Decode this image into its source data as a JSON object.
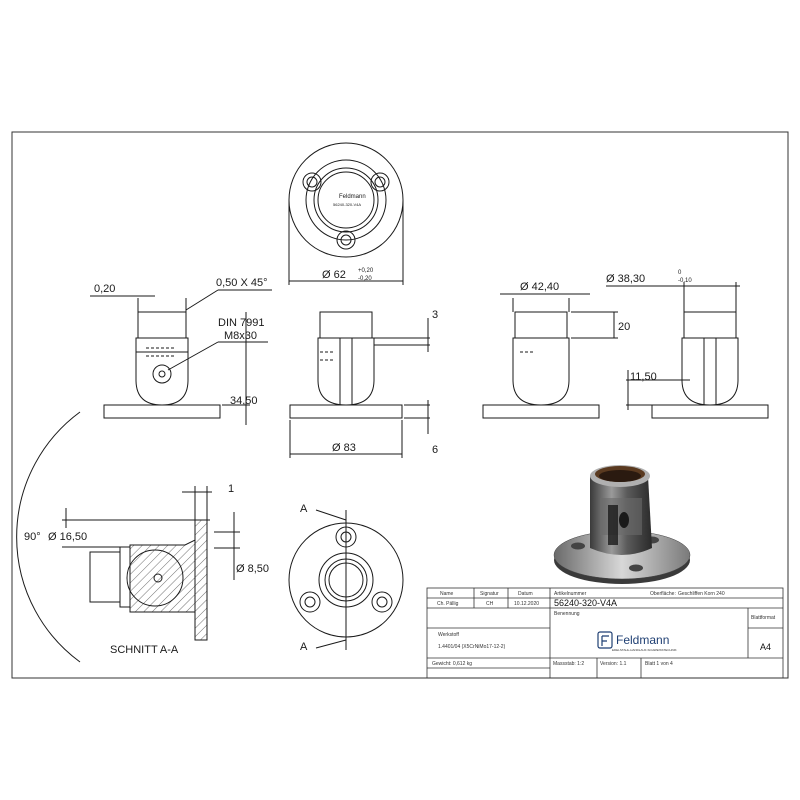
{
  "drawing": {
    "top_view": {
      "diameter": "Ø 62",
      "tol_upper": "+0,20",
      "tol_lower": "-0,20",
      "marking_1": "Feldmann",
      "marking_2": "56240-320-V4A"
    },
    "front_view": {
      "dim_wall": "0,20",
      "dim_chamfer": "0,50 X 45°",
      "thread_std": "DIN 7991",
      "thread_size": "M8x30",
      "dim_height": "34,50"
    },
    "side_view": {
      "dim_3": "3",
      "dim_base": "Ø 83",
      "dim_6": "6"
    },
    "rear_view": {
      "dim_outer": "Ø 42,40",
      "dim_20": "20"
    },
    "right_view": {
      "dim_inner": "Ø 38,30",
      "tol_upper": "0",
      "tol_lower": "-0,10",
      "dim_11": "11,50"
    },
    "section": {
      "label": "SCHNITT A-A",
      "dim_angle": "90°",
      "dim_bore": "Ø 16,50",
      "dim_1": "1",
      "dim_hole": "Ø 8,50"
    },
    "bottom_view": {
      "cut_label_top": "A",
      "cut_label_bottom": "A"
    }
  },
  "title_block": {
    "name_header": "Name",
    "signature_header": "Signatur",
    "date_header": "Datum",
    "article_header": "Artikelnummer",
    "surface_label": "Oberfläche:",
    "surface_value": "Geschliffen Korn 240",
    "drafter": "Ch. Pällig",
    "signature": "CH",
    "date": "10.12.2020",
    "article_number": "56240-320-V4A",
    "designation_header": "Benennung",
    "material_header": "Werkstoff",
    "material_value": "1.4401/04 (X5CrNiMo17-12-2)",
    "company": "Feldmann",
    "company_tagline": "EDELSTAHL-HANDLAUF-SCHWEISSTECHNIK",
    "format_header": "Blattformat",
    "format_value": "A4",
    "weight": "Gewicht: 0,612 kg",
    "scale": "Massstab: 1:2",
    "version": "Version: 1.1",
    "sheet": "Blatt 1 von 4"
  },
  "colors": {
    "line": "#1a1a1a",
    "brand": "#1f3f73"
  }
}
